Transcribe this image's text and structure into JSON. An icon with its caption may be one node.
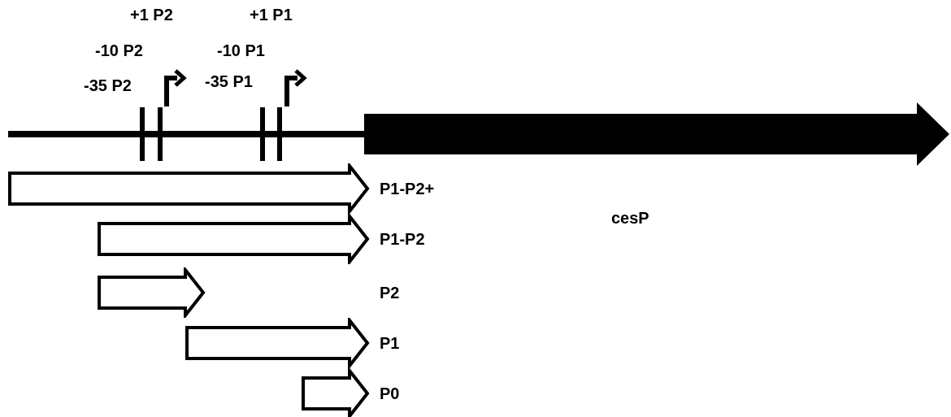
{
  "diagram": {
    "nodes": [
      {
        "text": [],
        "shape": "arrow",
        "beside": [
          "cesP"
        ]
      },
      {
        "text": [],
        "shape": "arrow",
        "beside": [
          "P1-P2+"
        ]
      },
      {
        "text": [],
        "shape": "arrow",
        "beside": [
          "P1-P2"
        ]
      },
      {
        "text": [],
        "shape": "arrow"
      },
      {
        "text": [],
        "shape": "arrow",
        "beside": [
          "P1"
        ]
      },
      {
        "text": [],
        "shape": "arrow",
        "beside": [
          "P0"
        ]
      }
    ],
    "labels": [
      "+1 P2",
      "+1 P1",
      "-10 P2",
      "-10 P1",
      "-35 P2",
      "-35 P1",
      "P2"
    ]
  }
}
